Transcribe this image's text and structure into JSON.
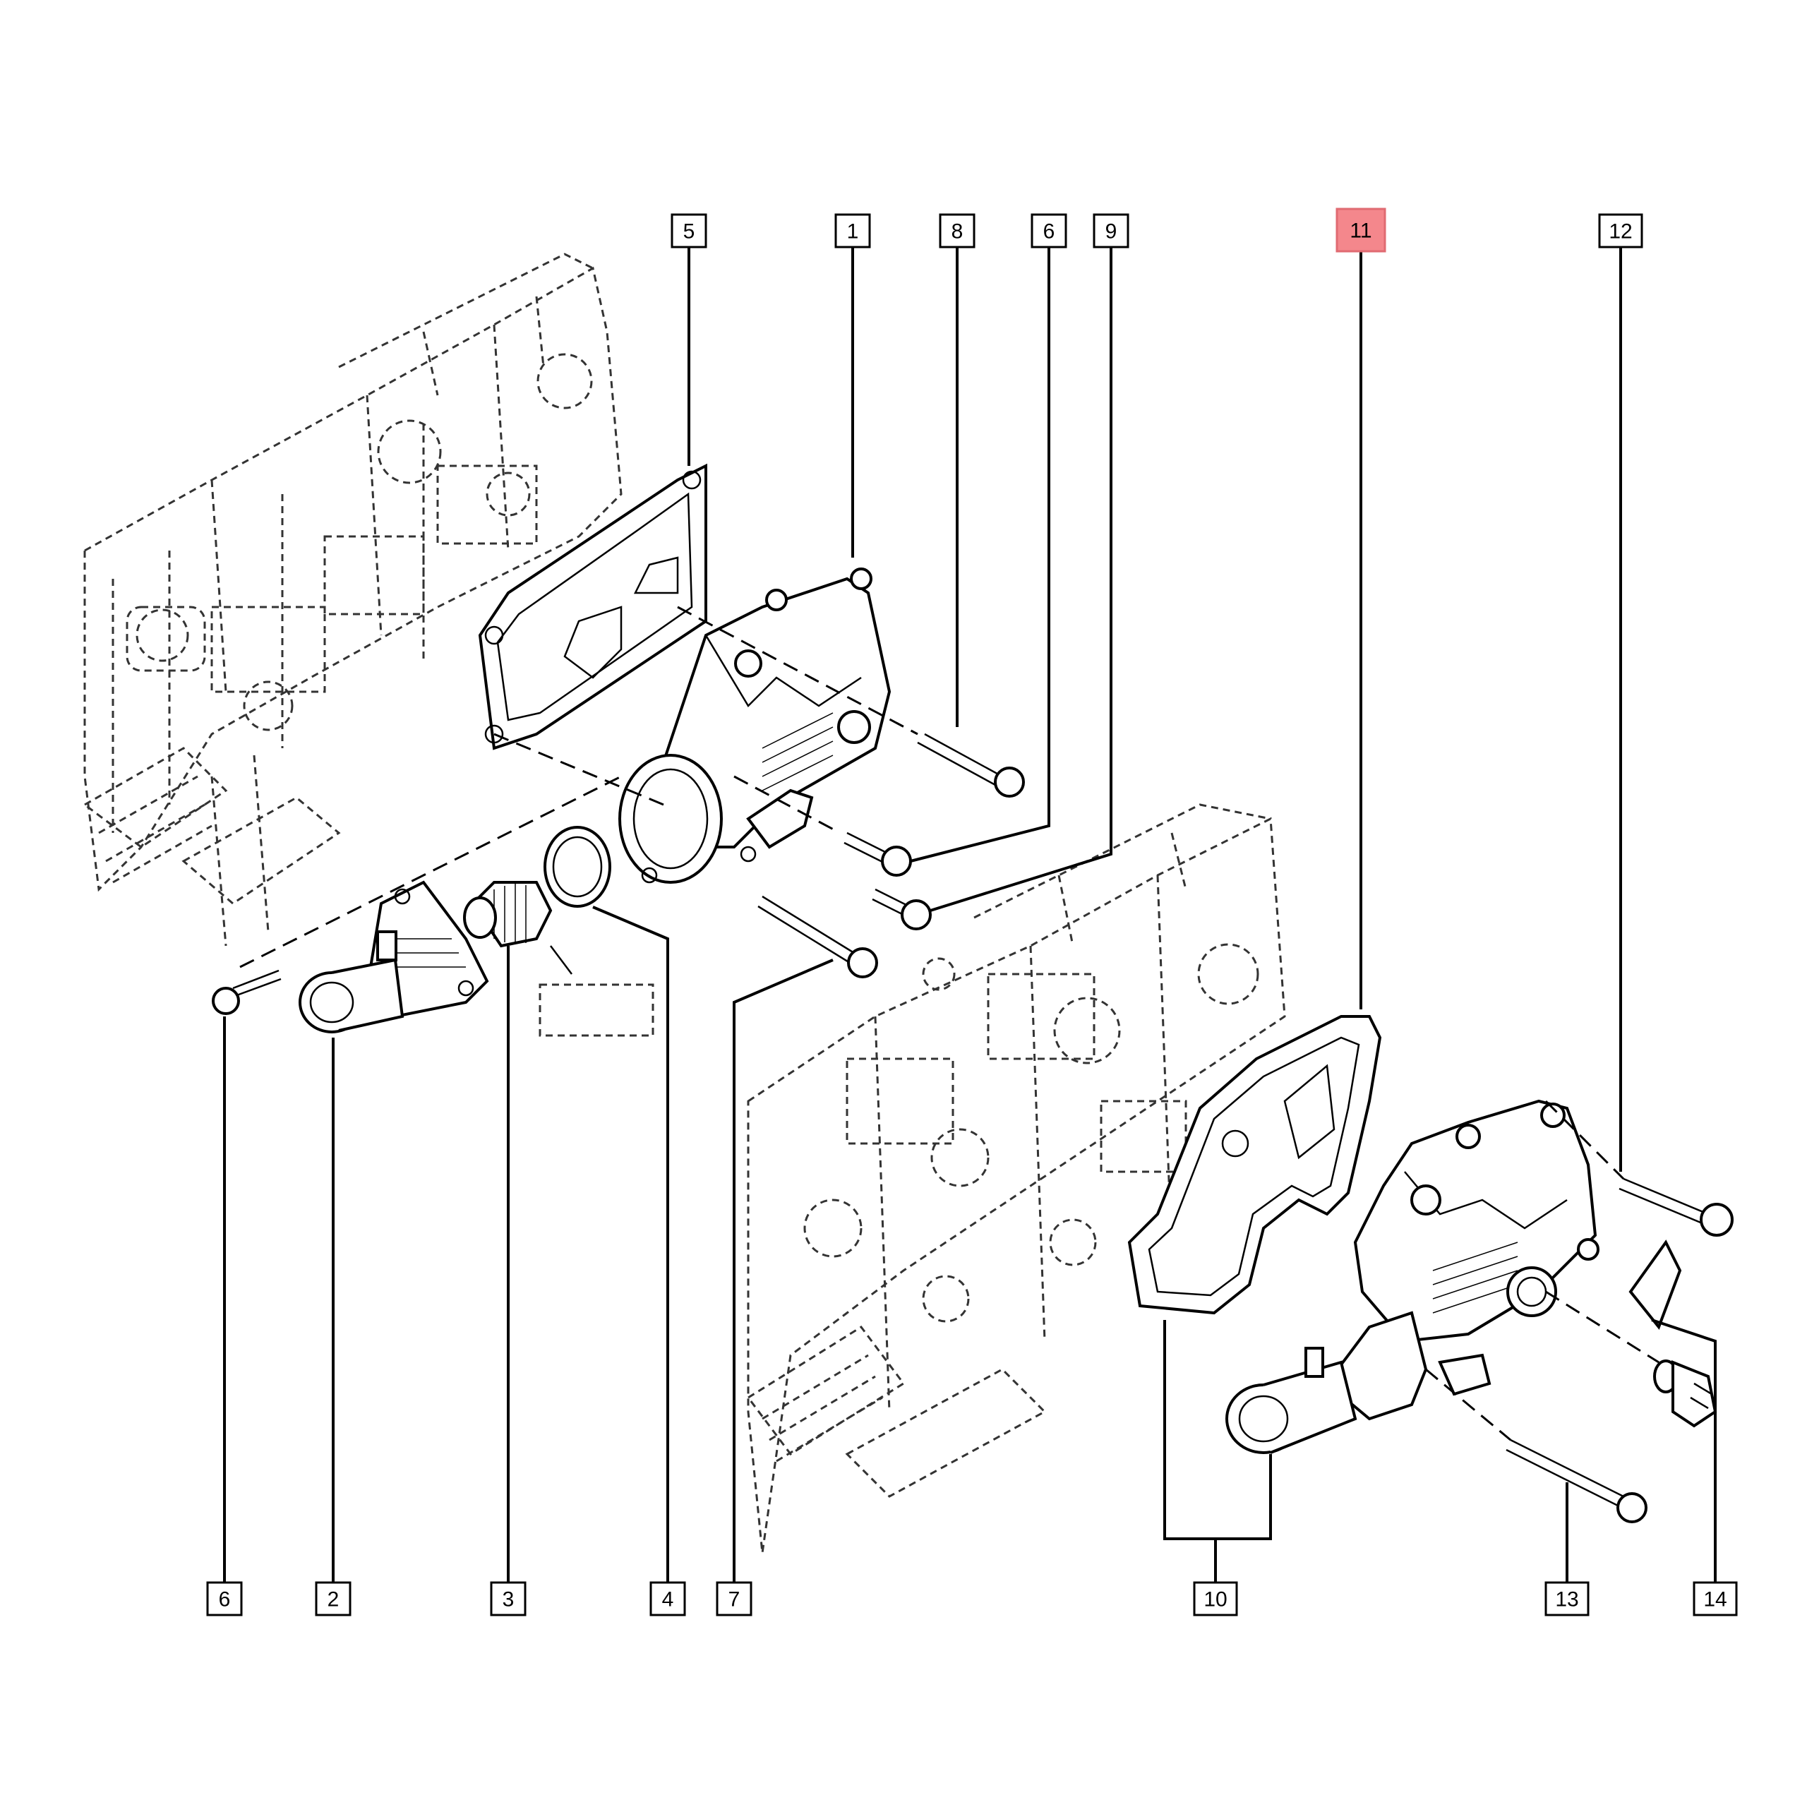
{
  "diagram": {
    "callouts_top": [
      {
        "id": "c5",
        "label": "5"
      },
      {
        "id": "c1",
        "label": "1"
      },
      {
        "id": "c8",
        "label": "8"
      },
      {
        "id": "c6a",
        "label": "6"
      },
      {
        "id": "c9",
        "label": "9"
      },
      {
        "id": "c11",
        "label": "11"
      },
      {
        "id": "c12",
        "label": "12"
      }
    ],
    "callouts_bottom": [
      {
        "id": "c6b",
        "label": "6"
      },
      {
        "id": "c2",
        "label": "2"
      },
      {
        "id": "c3",
        "label": "3"
      },
      {
        "id": "c4",
        "label": "4"
      },
      {
        "id": "c7",
        "label": "7"
      },
      {
        "id": "c10",
        "label": "10"
      },
      {
        "id": "c13",
        "label": "13"
      },
      {
        "id": "c14",
        "label": "14"
      }
    ],
    "highlighted_callout": "11",
    "highlight_color": "#f4878c",
    "line_color": "#000000",
    "background_color": "#ffffff"
  }
}
